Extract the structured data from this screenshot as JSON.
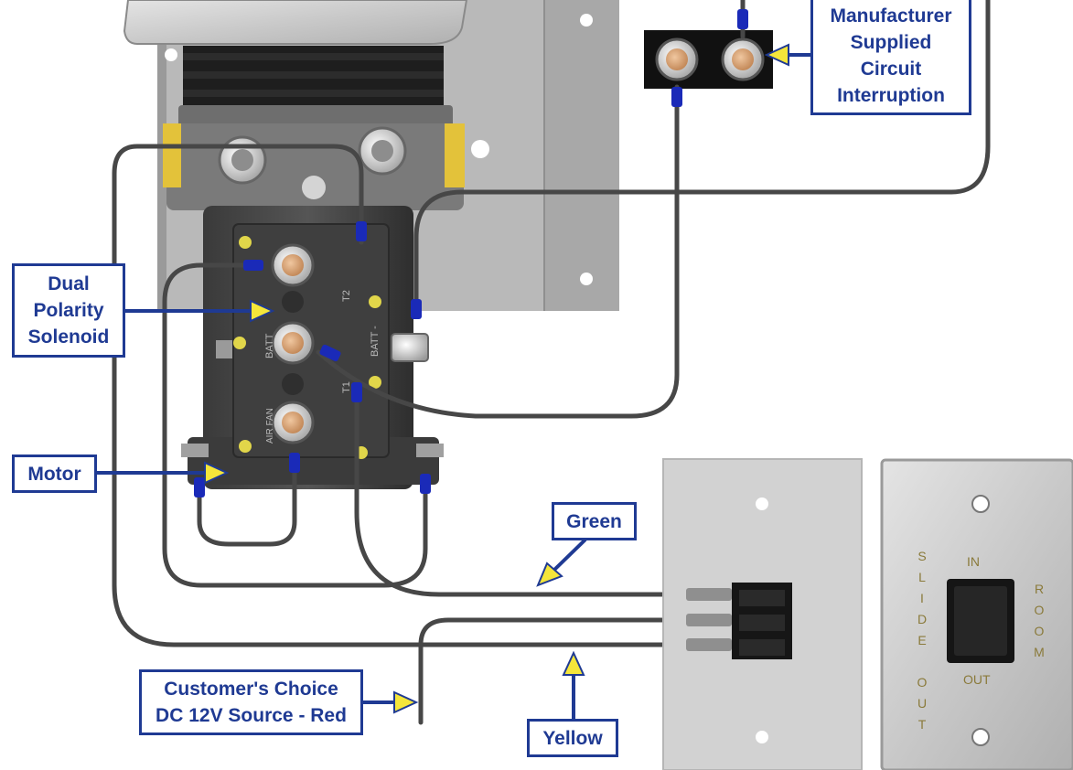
{
  "callouts": {
    "manufacturer": [
      "Manufacturer",
      "Supplied",
      "Circuit",
      "Interruption"
    ],
    "solenoid": [
      "Dual",
      "Polarity",
      "Solenoid"
    ],
    "motor": [
      "Motor"
    ],
    "green": [
      "Green"
    ],
    "customer": [
      "Customer's Choice",
      "DC 12V Source - Red"
    ],
    "yellow": [
      "Yellow"
    ]
  },
  "solenoid_terminals": {
    "t2": "T2",
    "t1": "T1",
    "batt_minus": "BATT -",
    "batt": "BATT",
    "air_fan": "AIR FAN"
  },
  "switch_plate": {
    "left_letters": [
      "S",
      "L",
      "I",
      "D",
      "E",
      "",
      "O",
      "U",
      "T"
    ],
    "right_letters": [
      "R",
      "O",
      "O",
      "M"
    ],
    "in_label": "IN",
    "out_label": "OUT"
  },
  "colors": {
    "callout_border": "#1f3a93",
    "callout_text": "#1f3a93",
    "pointer_fill": "#f5e63a",
    "wire": "#4a4a4a",
    "connector_sleeve": "#1a2ab8",
    "terminal_copper": "#d9a67a"
  }
}
